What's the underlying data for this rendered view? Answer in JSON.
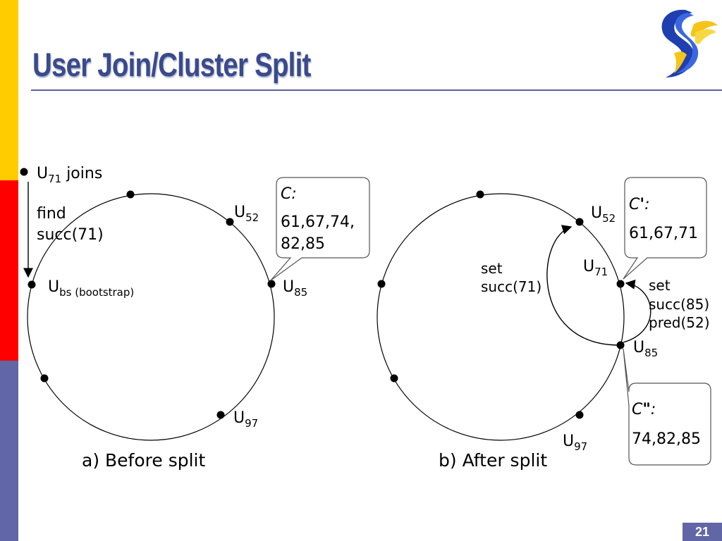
{
  "colors": {
    "bar_top": "#ffcc00",
    "bar_middle": "#ff0000",
    "bar_bottom": "#6066a6",
    "title": "#3a4a8c",
    "rule": "#5a5fa0"
  },
  "slide": {
    "title": "User Join/Cluster Split",
    "page_number": "21"
  },
  "logo": {
    "icon": "swoosh-logo-icon"
  },
  "diagram_a": {
    "caption": "a) Before split",
    "joining_node": {
      "name": "U",
      "sub": "71",
      "suffix": " joins"
    },
    "find_text": {
      "line1": "find",
      "line2": "succ(71)"
    },
    "bootstrap_node": {
      "name": "U",
      "sub": "bs (bootstrap)"
    },
    "node_52": {
      "name": "U",
      "sub": "52"
    },
    "node_85": {
      "name": "U",
      "sub": "85"
    },
    "node_97": {
      "name": "U",
      "sub": "97"
    },
    "callout": {
      "label": "C:",
      "line1": "61,67,74,",
      "line2": "82,85"
    }
  },
  "diagram_b": {
    "caption": "b) After split",
    "node_52": {
      "name": "U",
      "sub": "52"
    },
    "node_71": {
      "name": "U",
      "sub": "71"
    },
    "node_85": {
      "name": "U",
      "sub": "85"
    },
    "node_97": {
      "name": "U",
      "sub": "97"
    },
    "set_succ": {
      "line1": "set",
      "line2": "succ(71)"
    },
    "set_succ_pred": {
      "line1": "set",
      "line2": "succ(85)",
      "line3": "pred(52)"
    },
    "callout_top": {
      "label_c": "C",
      "label_mark": "'",
      "label_colon": ":",
      "values": "61,67,71"
    },
    "callout_bottom": {
      "label_c": "C",
      "label_mark": "\"",
      "label_colon": ":",
      "values": "74,82,85"
    }
  }
}
